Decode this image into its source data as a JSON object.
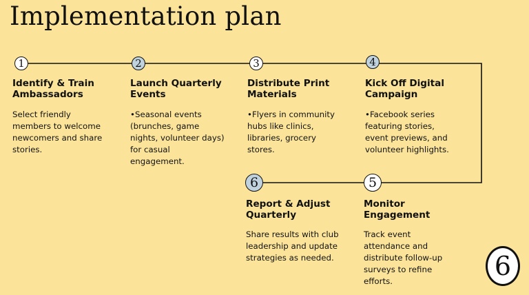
{
  "page": {
    "title": "Implementation plan",
    "corner_badge": "6"
  },
  "steps": [
    {
      "number": "1",
      "title_line1": "Identify & Train",
      "title_line2": "Ambassadors",
      "description": "Select friendly members to welcome newcomers and share stories."
    },
    {
      "number": "2",
      "title_line1": "Launch Quarterly",
      "title_line2": "Events",
      "description": "•Seasonal events (brunches, game nights, volunteer days) for casual engagement."
    },
    {
      "number": "3",
      "title_line1": "Distribute Print",
      "title_line2": "Materials",
      "description": "•Flyers in community hubs like clinics, libraries, grocery stores."
    },
    {
      "number": "4",
      "title_line1": "Kick Off Digital",
      "title_line2": "Campaign",
      "description": "•Facebook series featuring stories, event previews, and volunteer highlights."
    },
    {
      "number": "5",
      "title_line1": "Monitor",
      "title_line2": "Engagement",
      "description": "Track event attendance and distribute follow-up surveys to refine efforts."
    },
    {
      "number": "6",
      "title_line1": "Report & Adjust",
      "title_line2": "Quarterly",
      "description": "Share results with club leadership and update strategies as needed."
    }
  ],
  "colors": {
    "background": "#FBE49A",
    "badge_blue": "#BFD2DE",
    "badge_white": "#FFFFFF",
    "line": "#111111"
  }
}
